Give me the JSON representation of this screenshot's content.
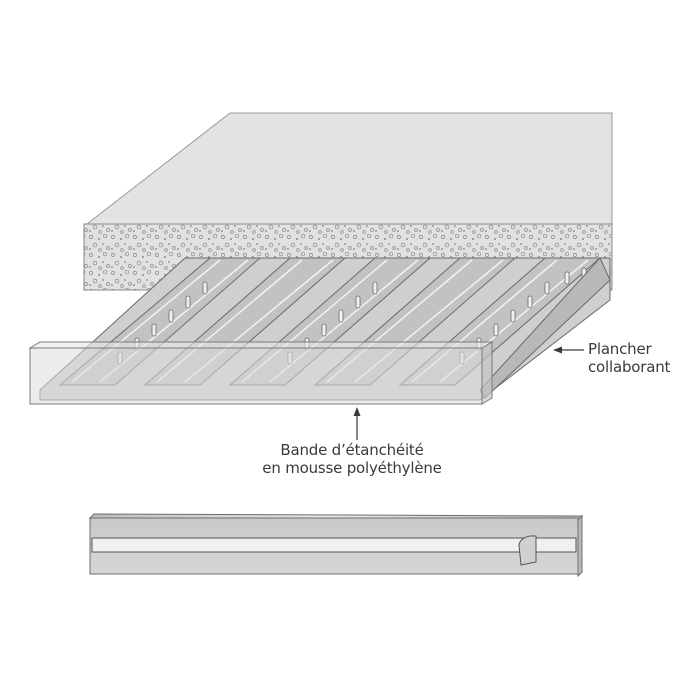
{
  "diagram": {
    "title": "Composite floor deck with polyethylene foam sealing strip",
    "colors": {
      "slab_top": "#e3e3e5",
      "slab_edge": "#9a9a9a",
      "concrete_face": "#dcdcdc",
      "deck_metal": "#c8c8c8",
      "deck_dark": "#8e8e8e",
      "strip_fill": "#d9d9d9",
      "strip_outline": "#6e6e6e",
      "text": "#3a3a3a"
    },
    "components": [
      {
        "id": "concrete-slab",
        "description": "Concrete slab (textured aggregate face)"
      },
      {
        "id": "steel-deck",
        "description": "Trapezoidal perforated steel deck, 5 ribs"
      },
      {
        "id": "foam-strip-installed",
        "description": "Translucent foam strip across deck ends"
      },
      {
        "id": "foam-strip-product",
        "description": "Foam strip product with peel-off adhesive liner"
      }
    ]
  },
  "labels": {
    "plancher": {
      "line1": "Plancher",
      "line2": "collaborant"
    },
    "bande": {
      "line1": "Bande d’étanchéité",
      "line2": "en mousse polyéthylène"
    }
  }
}
